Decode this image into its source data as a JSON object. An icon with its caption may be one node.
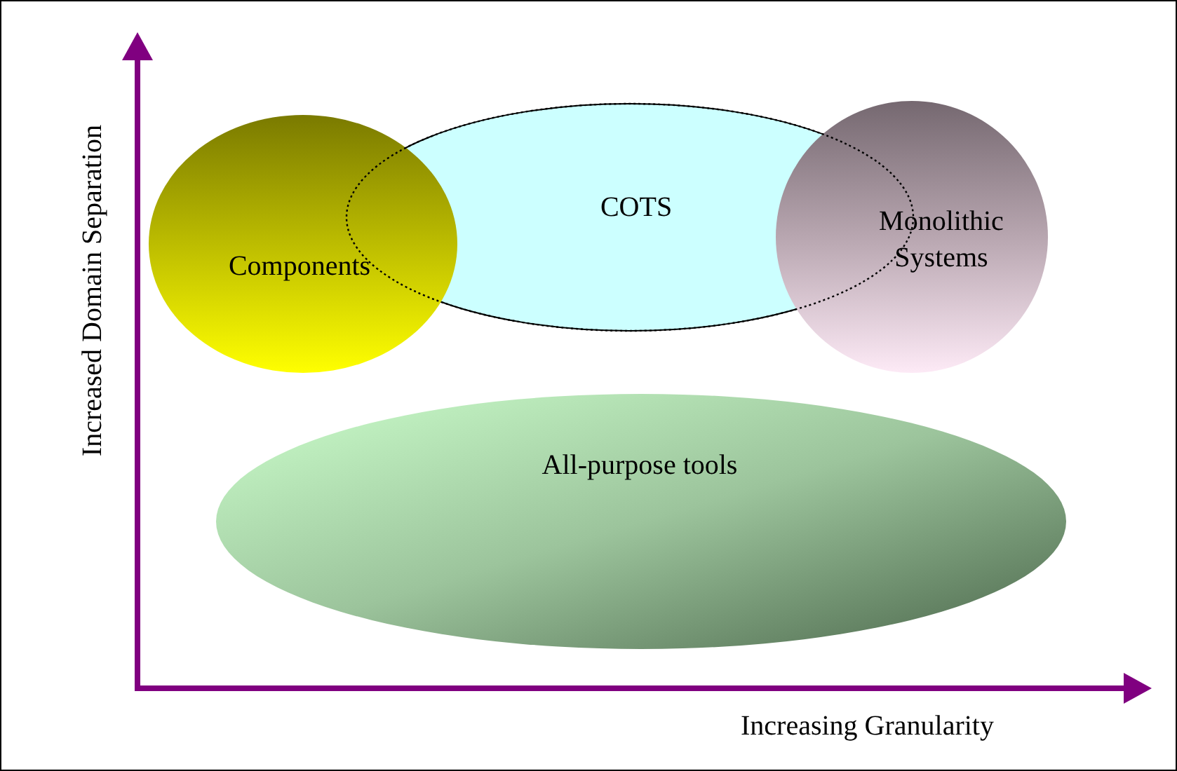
{
  "diagram": {
    "nodes": [
      {
        "text": [
          "Components"
        ]
      },
      {
        "text": [
          "COTS"
        ]
      },
      {
        "text": [
          "Monolithic Systems"
        ]
      },
      {
        "text": [
          "All-purpose tools"
        ]
      }
    ],
    "labels": [
      "Increased Domain Separation",
      "Increasing Granularity"
    ]
  }
}
